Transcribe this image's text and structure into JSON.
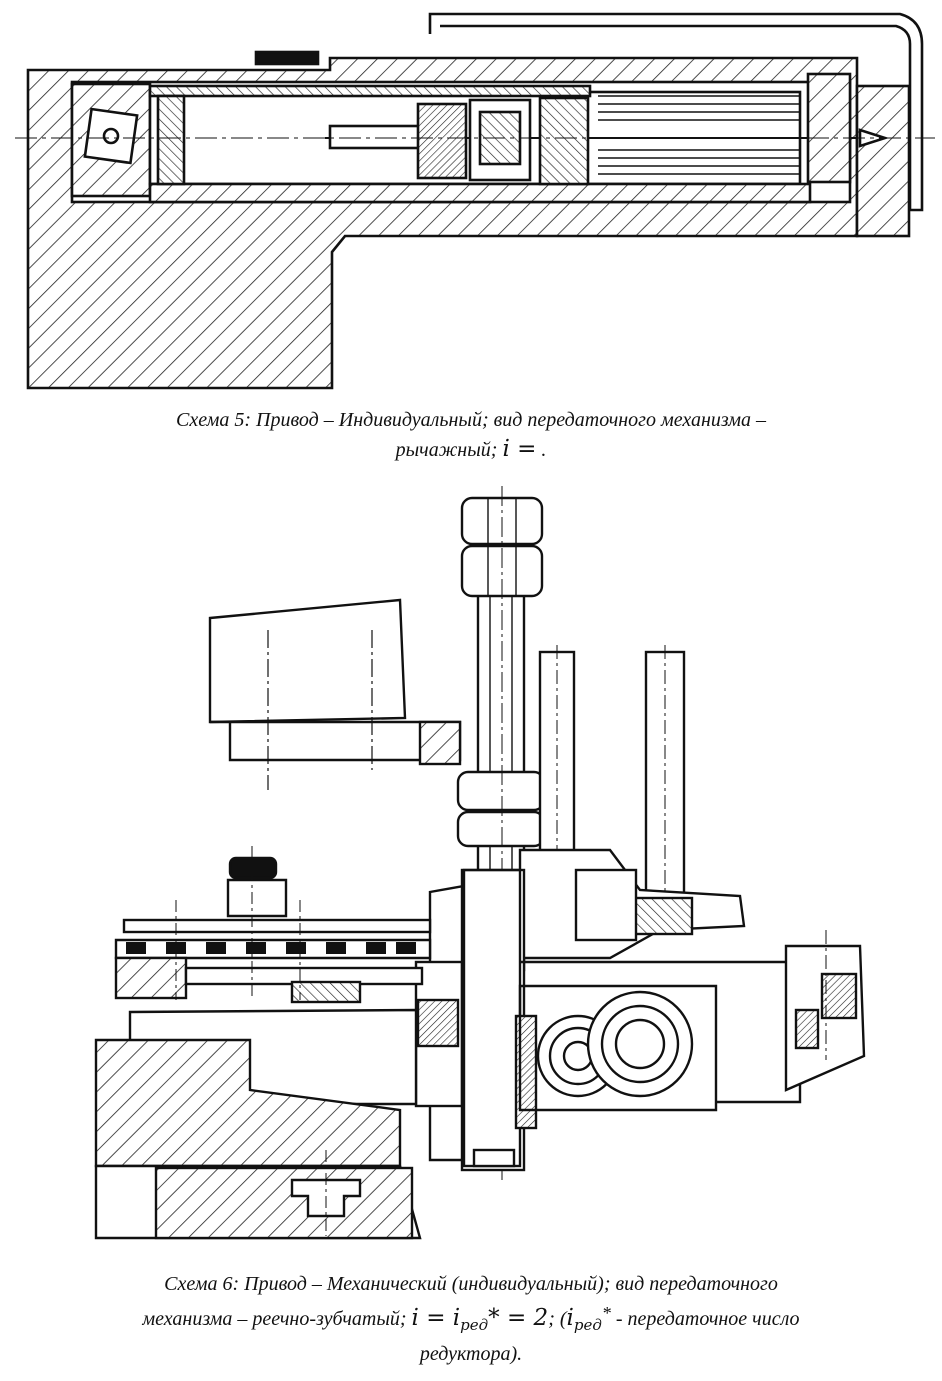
{
  "scheme5": {
    "caption_line1": "Схема 5: Привод – Индивидуальный;  вид передаточного механизма –",
    "caption_line2_text": "рычажный; ",
    "ratio_label": "i =",
    "ratio_value": "  ."
  },
  "scheme6": {
    "caption_line1": "Схема 6: Привод – Механический (индивидуальный);  вид передаточного",
    "caption_line2_text": "механизма – реечно-зубчатый; ",
    "ratio_i": "i = i",
    "ratio_sub": "ред",
    "ratio_eq": "* = 2",
    "sep": ";  (",
    "note_i": "i",
    "note_sub": "ред",
    "note_star": "*",
    "note_text": " - передаточное число",
    "caption_line3": "редуктора)."
  }
}
